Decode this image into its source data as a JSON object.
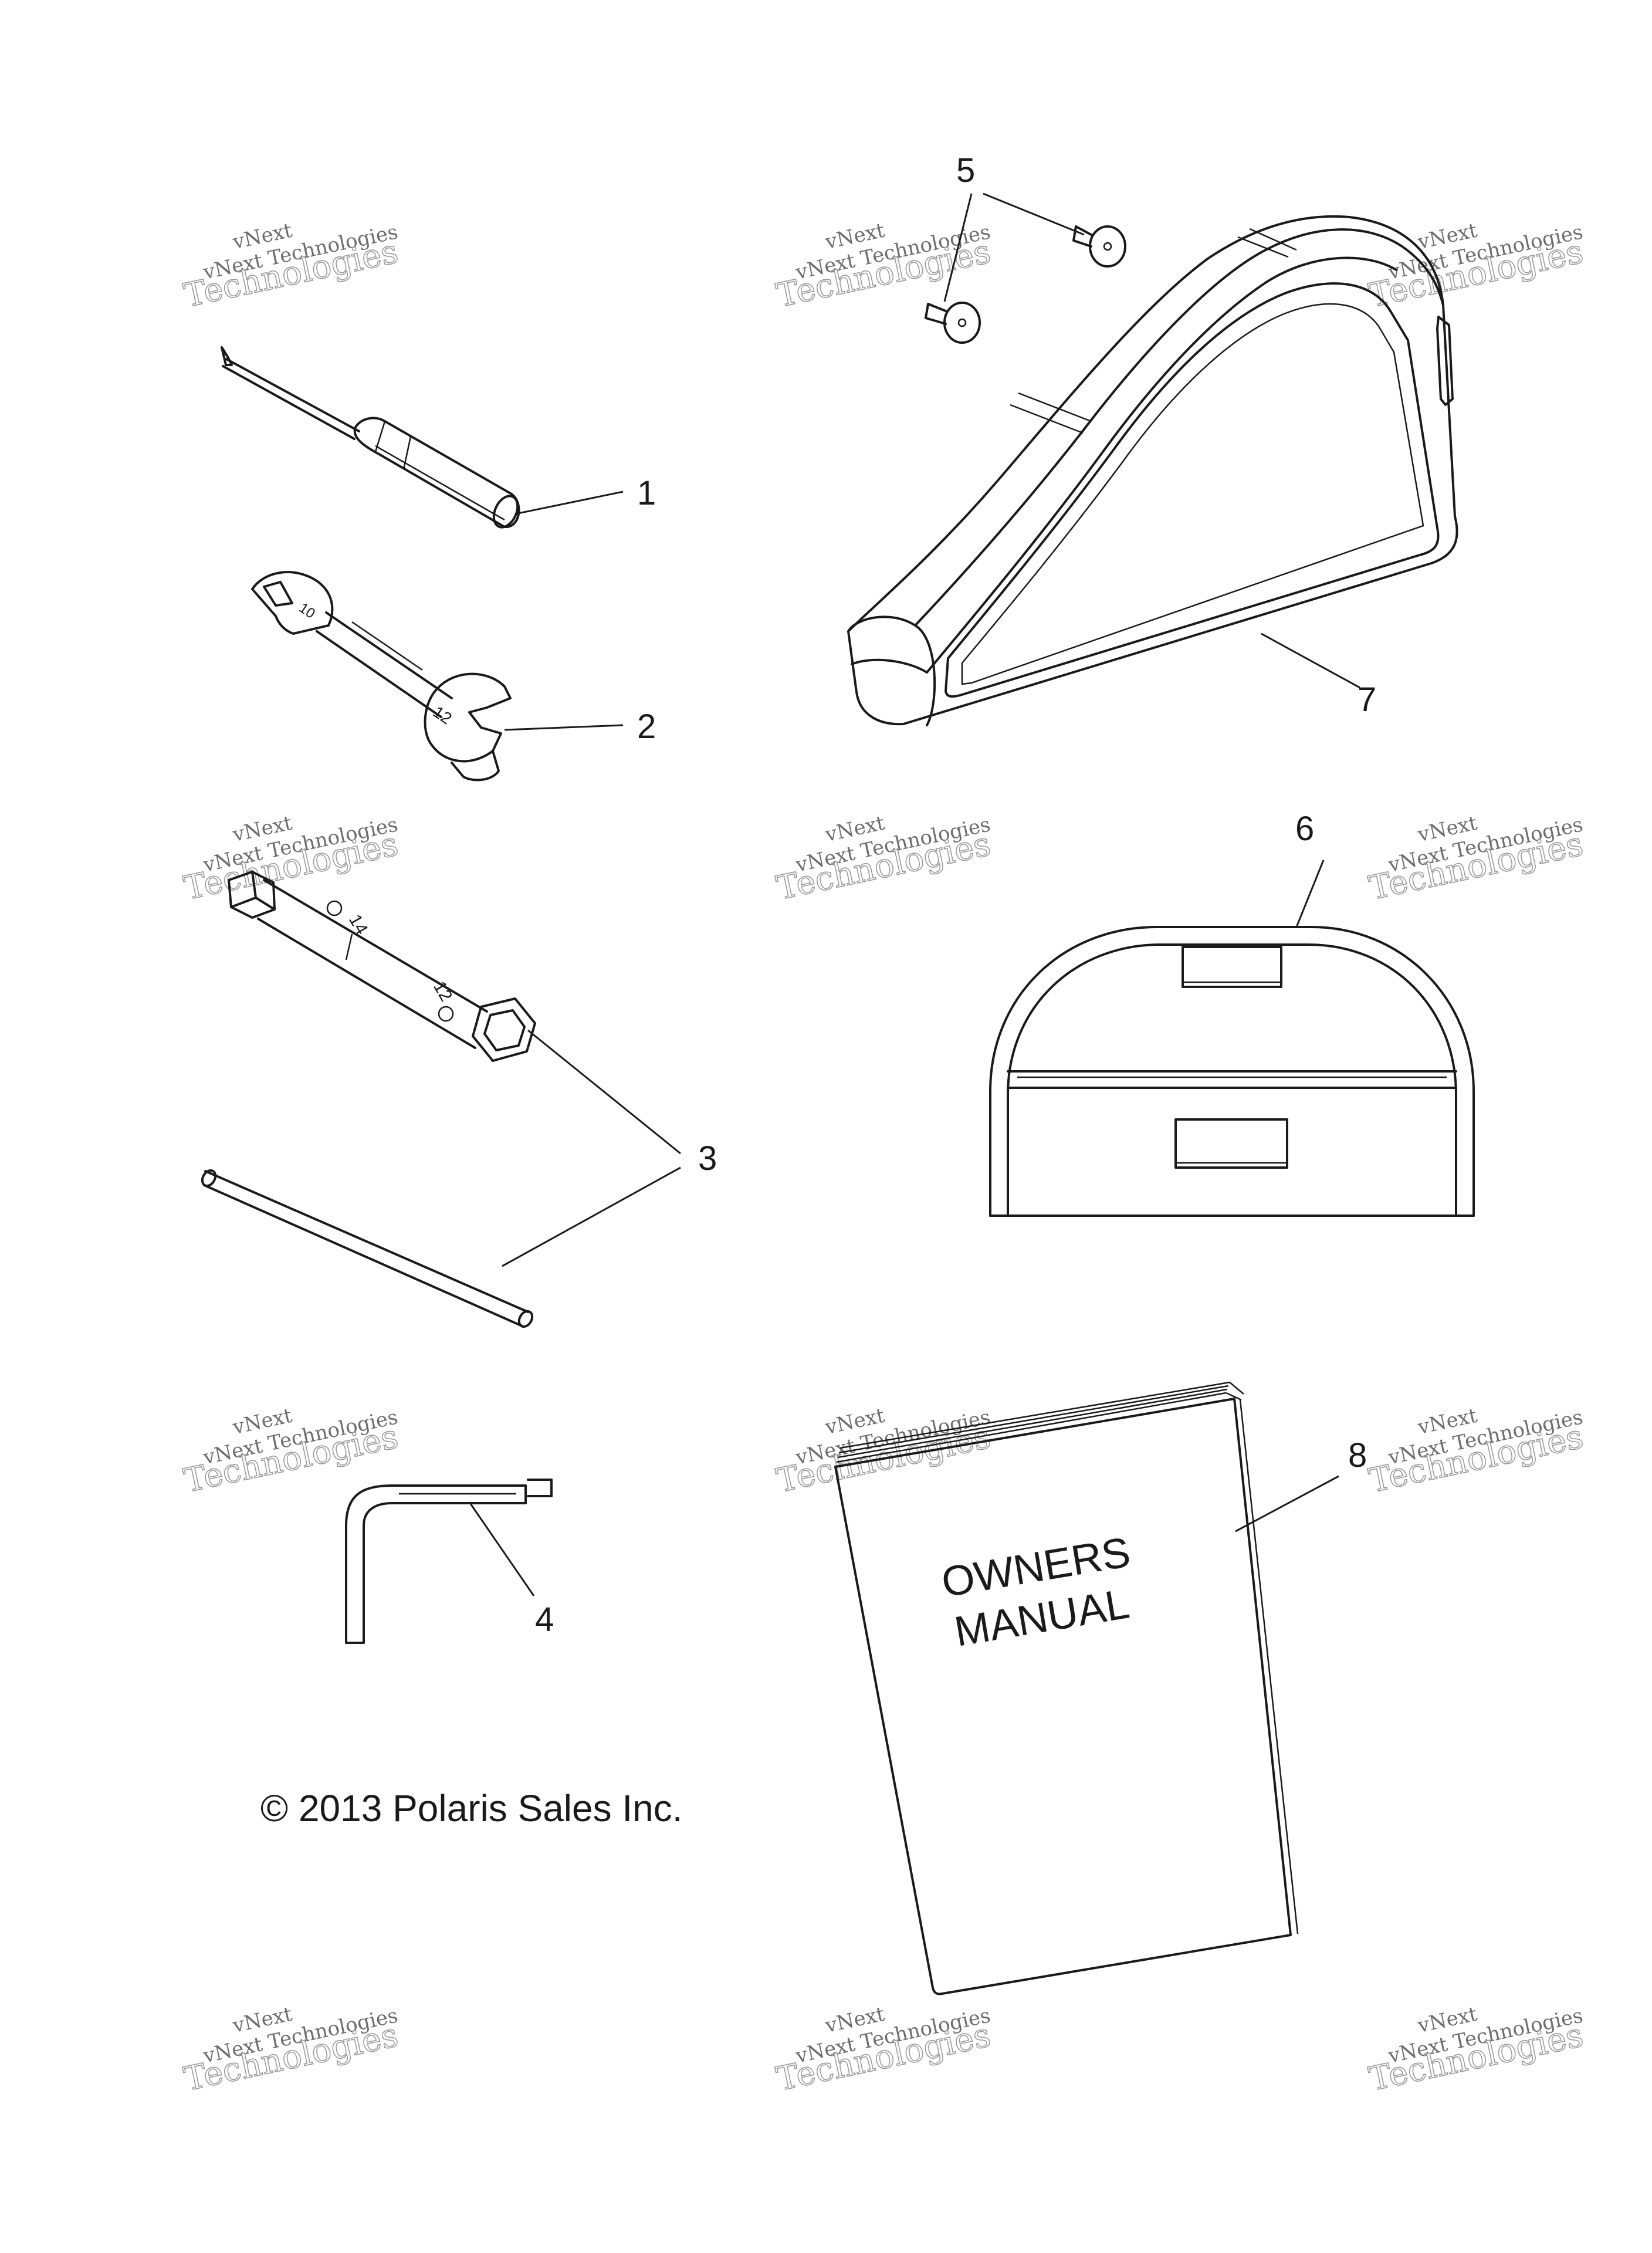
{
  "callouts": [
    "1",
    "2",
    "3",
    "4",
    "5",
    "6",
    "7",
    "8"
  ],
  "watermark": {
    "line1": "vNext",
    "line2": "vNext Technologies",
    "line3": "Technologies"
  },
  "manual_cover": {
    "line1": "OWNERS",
    "line2": "MANUAL"
  },
  "copyright": "© 2013 Polaris Sales Inc.",
  "wrench_marks": {
    "small_end": "10",
    "large_end": "12"
  },
  "socket_marks": {
    "small_end": "14",
    "large_end": "12"
  }
}
